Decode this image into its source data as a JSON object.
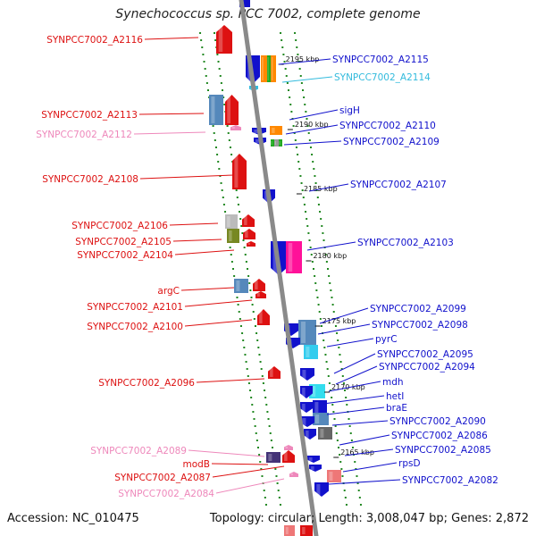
{
  "title": "Synechococcus sp. PCC 7002, complete genome",
  "footer": {
    "accession": "Accession: NC_010475",
    "summary": "Topology: circular; Length: 3,008,047 bp; Genes: 2,872"
  },
  "colors": {
    "reverse": "#dd1111",
    "forward": "#1111cc",
    "light_reverse": "#ee88bb",
    "light_forward": "#33bbdd",
    "backbone": "#8a8a8a",
    "dots": "#228822"
  },
  "ticks": [
    {
      "label": "2195 kbp"
    },
    {
      "label": "2190 kbp"
    },
    {
      "label": "2185 kbp"
    },
    {
      "label": "2180 kbp"
    },
    {
      "label": "2175 kbp"
    },
    {
      "label": "2170 kbp"
    },
    {
      "label": "2165 kbp"
    }
  ],
  "labels_left": [
    {
      "text": "SYNPCC7002_A2116",
      "color": "#dd1111"
    },
    {
      "text": "SYNPCC7002_A2113",
      "color": "#dd1111"
    },
    {
      "text": "SYNPCC7002_A2112",
      "color": "#ee88bb"
    },
    {
      "text": "SYNPCC7002_A2108",
      "color": "#dd1111"
    },
    {
      "text": "SYNPCC7002_A2106",
      "color": "#dd1111"
    },
    {
      "text": "SYNPCC7002_A2105",
      "color": "#dd1111"
    },
    {
      "text": "SYNPCC7002_A2104",
      "color": "#dd1111"
    },
    {
      "text": "argC",
      "color": "#dd1111"
    },
    {
      "text": "SYNPCC7002_A2101",
      "color": "#dd1111"
    },
    {
      "text": "SYNPCC7002_A2100",
      "color": "#dd1111"
    },
    {
      "text": "SYNPCC7002_A2096",
      "color": "#dd1111"
    },
    {
      "text": "SYNPCC7002_A2089",
      "color": "#ee88bb"
    },
    {
      "text": "modB",
      "color": "#dd1111"
    },
    {
      "text": "SYNPCC7002_A2087",
      "color": "#dd1111"
    },
    {
      "text": "SYNPCC7002_A2084",
      "color": "#ee88bb"
    }
  ],
  "labels_right": [
    {
      "text": "SYNPCC7002_A2115",
      "color": "#1111cc"
    },
    {
      "text": "SYNPCC7002_A2114",
      "color": "#33bbdd"
    },
    {
      "text": "sigH",
      "color": "#1111cc"
    },
    {
      "text": "SYNPCC7002_A2110",
      "color": "#1111cc"
    },
    {
      "text": "SYNPCC7002_A2109",
      "color": "#1111cc"
    },
    {
      "text": "SYNPCC7002_A2107",
      "color": "#1111cc"
    },
    {
      "text": "SYNPCC7002_A2103",
      "color": "#1111cc"
    },
    {
      "text": "SYNPCC7002_A2099",
      "color": "#1111cc"
    },
    {
      "text": "SYNPCC7002_A2098",
      "color": "#1111cc"
    },
    {
      "text": "pyrC",
      "color": "#1111cc"
    },
    {
      "text": "SYNPCC7002_A2095",
      "color": "#1111cc"
    },
    {
      "text": "SYNPCC7002_A2094",
      "color": "#1111cc"
    },
    {
      "text": "mdh",
      "color": "#1111cc"
    },
    {
      "text": "hetI",
      "color": "#1111cc"
    },
    {
      "text": "braE",
      "color": "#1111cc"
    },
    {
      "text": "SYNPCC7002_A2090",
      "color": "#1111cc"
    },
    {
      "text": "SYNPCC7002_A2086",
      "color": "#1111cc"
    },
    {
      "text": "SYNPCC7002_A2085",
      "color": "#1111cc"
    },
    {
      "text": "rpsD",
      "color": "#1111cc"
    },
    {
      "text": "SYNPCC7002_A2082",
      "color": "#1111cc"
    }
  ]
}
